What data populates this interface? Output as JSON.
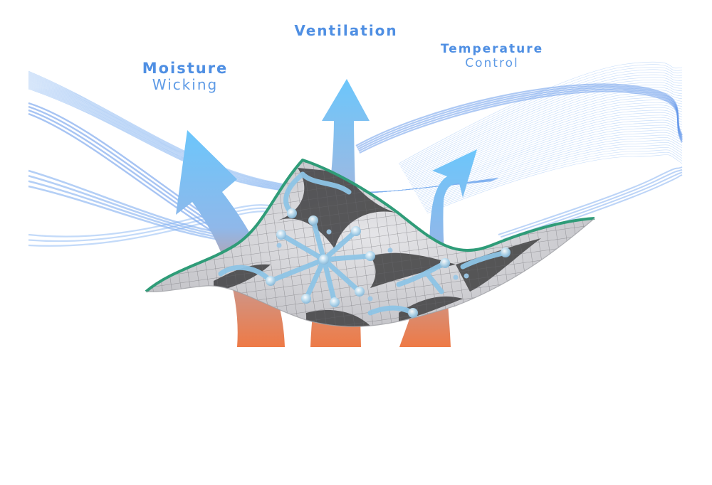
{
  "labels": {
    "moisture": {
      "strong": "Moisture",
      "light": "Wicking"
    },
    "ventilation": {
      "strong": "Ventilation"
    },
    "temperature": {
      "strong": "Temperature",
      "light": "Control"
    }
  },
  "colors": {
    "arrow_top": "#6cc6fb",
    "arrow_bottom": "#ee7a46",
    "fabric_edge": "#2f9c78",
    "fabric_fill": "#d7d7d9",
    "fabric_dark": "#474749",
    "wave": "#6ea2ee",
    "text": "#4f8fe3"
  }
}
